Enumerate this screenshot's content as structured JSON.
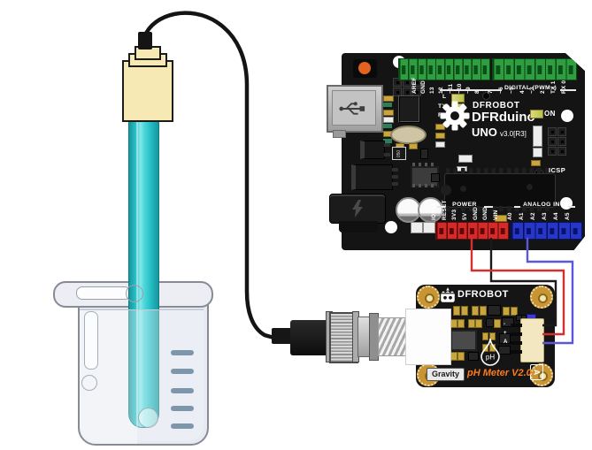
{
  "arduino": {
    "brand": "DFROBOT",
    "board_name": "DFRduino",
    "model": "UNO",
    "revision": "v3.0[R3]",
    "digital_label": "DIGITAL (PWM~)",
    "digital_pins_left": [
      "AREF",
      "GND",
      "13",
      "12",
      "~11",
      "~10",
      "~9",
      "8"
    ],
    "digital_pins_right": [
      "7",
      "~6",
      "~5",
      "4",
      "~3",
      "2",
      "TX 1",
      "RX 0"
    ],
    "power_label": "POWER",
    "power_pins": [
      "IOREF",
      "RESET",
      "3V3",
      "5V",
      "GND",
      "GND",
      "VIN"
    ],
    "analog_label": "ANALOG IN",
    "analog_pins": [
      "A0",
      "A1",
      "A2",
      "A3",
      "A4",
      "A5"
    ],
    "led_labels": [
      "L",
      "TX",
      "RX"
    ],
    "on_label": "ON",
    "icsp_label": "ICSP",
    "component_marking": "050"
  },
  "ph_board": {
    "brand": "DFROBOT",
    "series": "Gravity",
    "product": "pH Meter V2.0",
    "droplet_label": "pH",
    "pin_labels": [
      "-",
      "+",
      "A"
    ],
    "port_label": "A"
  },
  "wires": [
    {
      "name": "power-wire",
      "color": "#d43030",
      "arduino_pin": "5V",
      "ph_pin": "+"
    },
    {
      "name": "ground-wire",
      "color": "#1a1a1a",
      "arduino_pin": "GND",
      "ph_pin": "-"
    },
    {
      "name": "signal-wire",
      "color": "#5a58d8",
      "arduino_pin": "A1",
      "ph_pin": "A"
    }
  ],
  "colors": {
    "probe_glass": "#28c0c6",
    "pcb_black": "#141414",
    "header_green": "#2f9e40",
    "header_red": "#d42a2a",
    "header_blue": "#2636c8",
    "gold": "#c99433",
    "product_text_orange": "#ff7a1a"
  }
}
